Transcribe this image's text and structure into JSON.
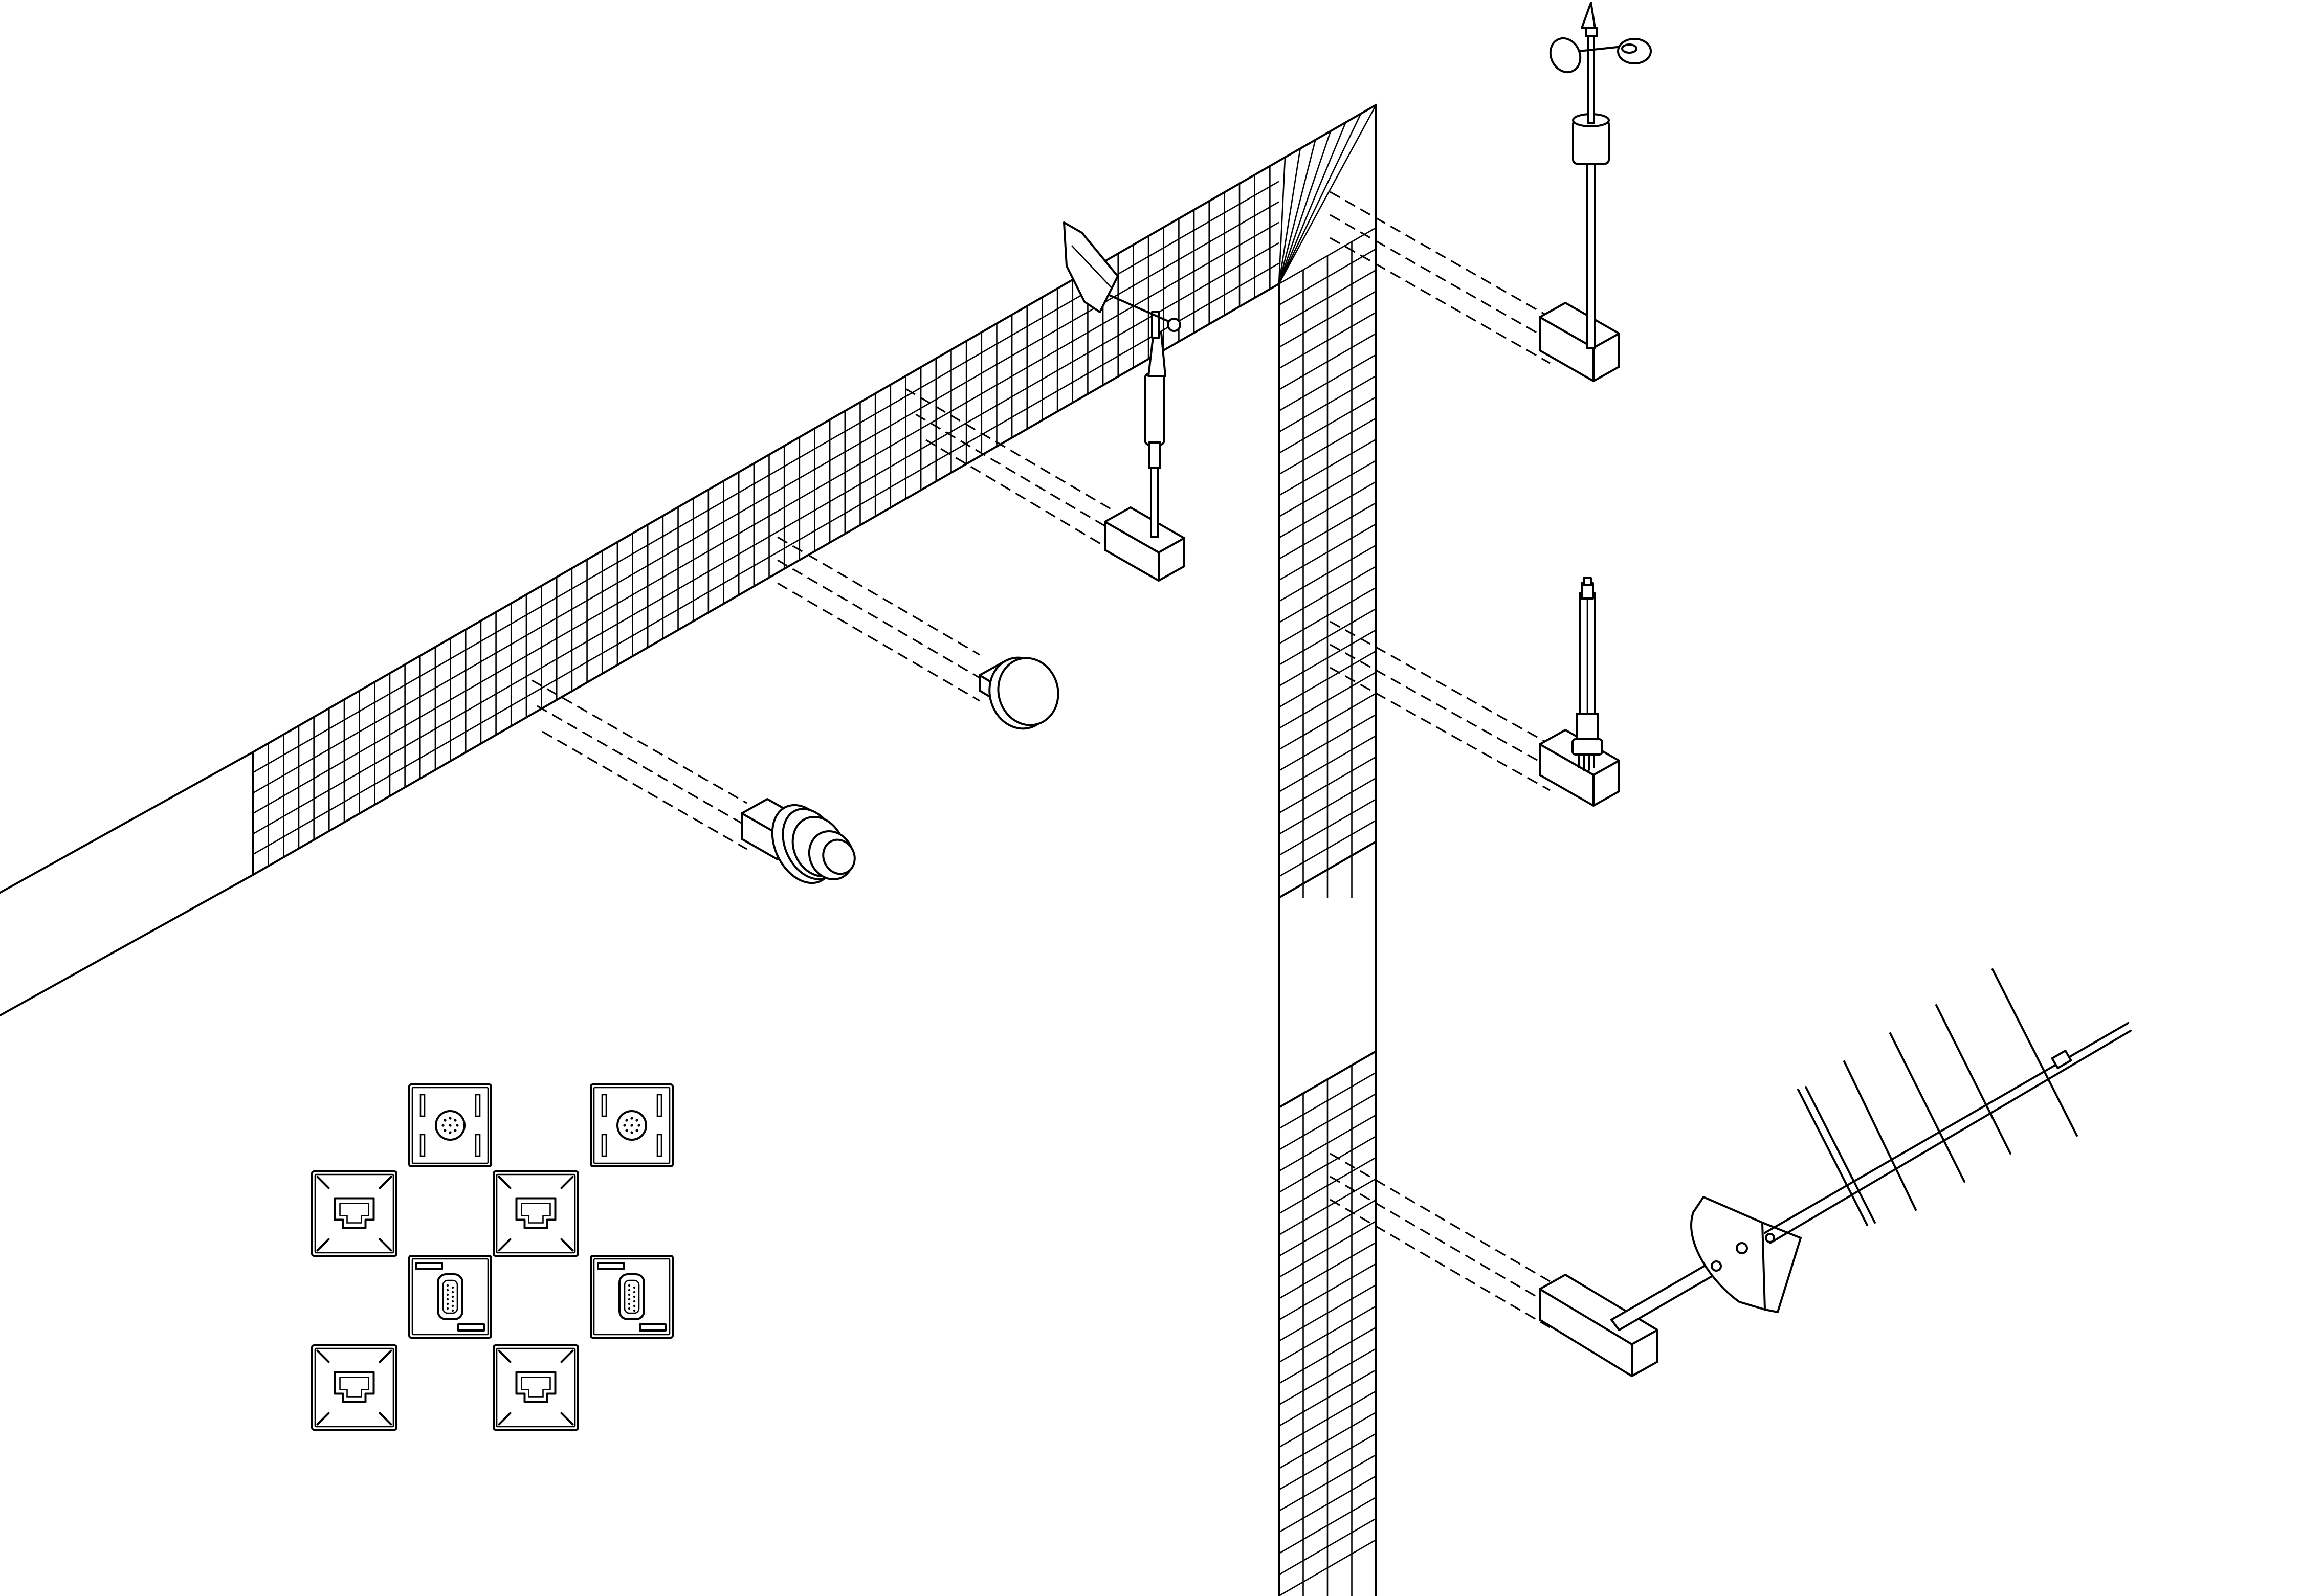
{
  "colors": {
    "ink": "#000000",
    "paper": "#ffffff"
  },
  "panels": [
    {
      "name": "icon-panel-round-connector",
      "icon": "round-connector-icon"
    },
    {
      "name": "icon-panel-round-connector",
      "icon": "round-connector-icon"
    },
    {
      "name": "icon-panel-rj45-port",
      "icon": "rj45-port-icon"
    },
    {
      "name": "icon-panel-rj45-port",
      "icon": "rj45-port-icon"
    },
    {
      "name": "icon-panel-serial-port",
      "icon": "serial-port-icon"
    },
    {
      "name": "icon-panel-serial-port",
      "icon": "serial-port-icon"
    },
    {
      "name": "icon-panel-rj45-port",
      "icon": "rj45-port-icon"
    },
    {
      "name": "icon-panel-rj45-port",
      "icon": "rj45-port-icon"
    }
  ],
  "components": [
    "mesh-wall-horizontal-beam",
    "mesh-wall-vertical-post",
    "anemometer",
    "wind-vane",
    "temperature-probe",
    "dome-sensor",
    "round-connector-sensor",
    "yagi-antenna"
  ]
}
